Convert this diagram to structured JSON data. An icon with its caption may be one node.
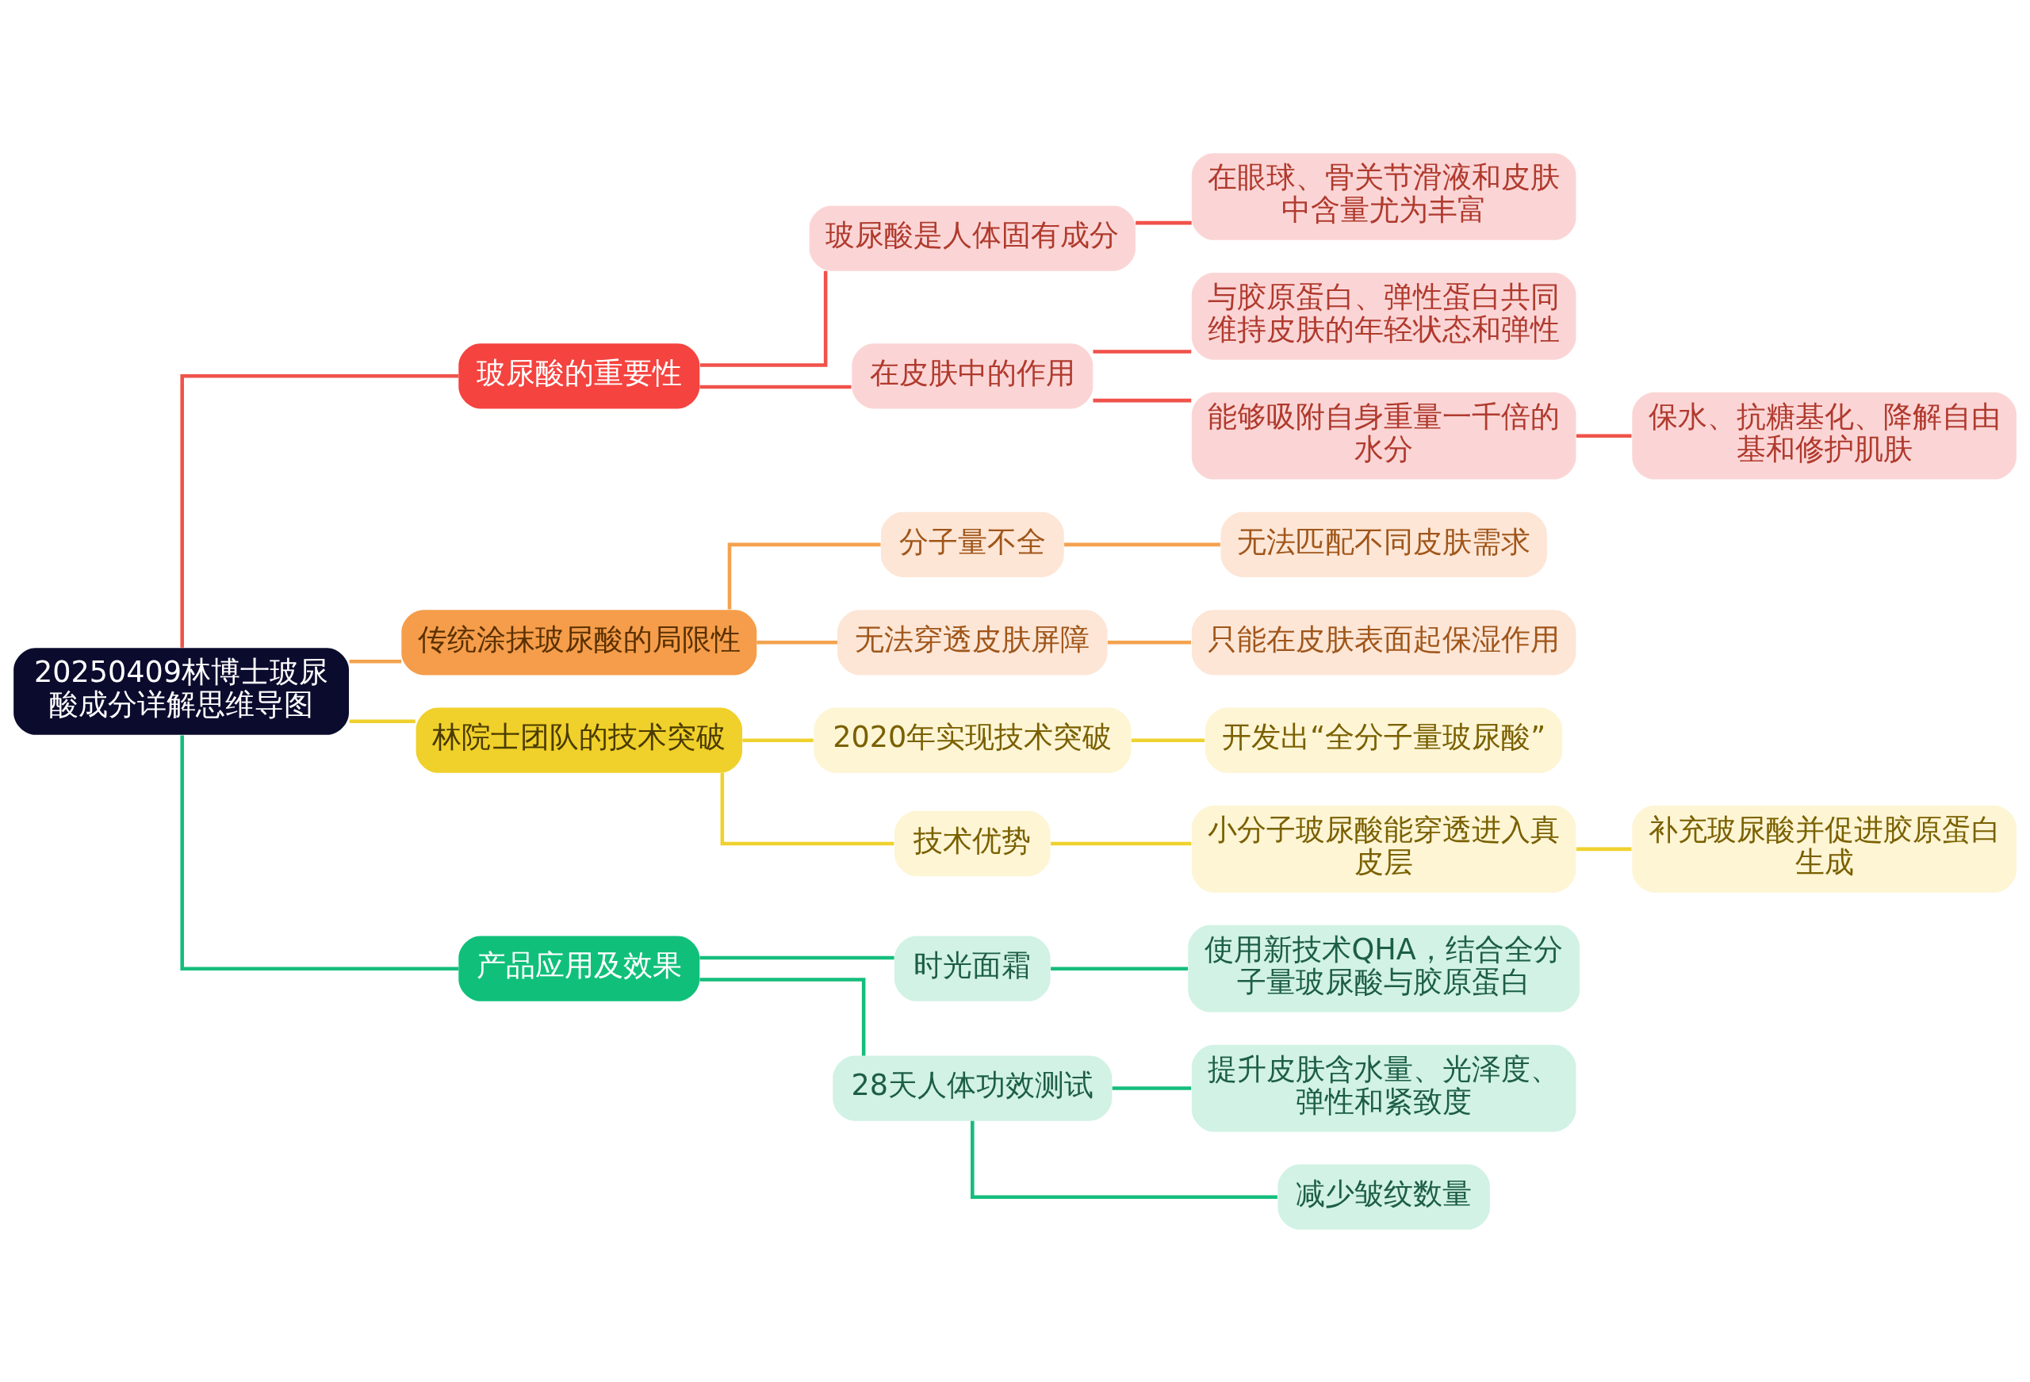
{
  "diagram": {
    "nodes": [
      {
        "text": [
          "20250409林博士玻尿酸成分详解思维导图"
        ]
      },
      {
        "text": [
          "玻尿酸的重要性"
        ]
      },
      {
        "text": [
          "玻尿酸是人体固有成分"
        ]
      },
      {
        "text": [
          "在眼球、骨关节滑液和皮肤中含量尤为丰富"
        ]
      },
      {
        "text": [
          "在皮肤中的作用"
        ]
      },
      {
        "text": [
          "与胶原蛋白、弹性蛋白共同维持皮肤的年轻状态和弹性"
        ]
      },
      {
        "text": [
          "能够吸附自身重量一千倍的水分"
        ]
      },
      {
        "text": [
          "保水、抗糖基化、降解自由基和修护肌肤"
        ]
      },
      {
        "text": [
          "传统涂抹玻尿酸的局限性"
        ]
      },
      {
        "text": [
          "分子量不全"
        ]
      },
      {
        "text": [
          "无法匹配不同皮肤需求"
        ]
      },
      {
        "text": [
          "无法穿透皮肤屏障"
        ]
      },
      {
        "text": [
          "只能在皮肤表面起保湿作用"
        ]
      },
      {
        "text": [
          "林院士团队的技术突破"
        ]
      },
      {
        "text": [
          "2020年实现技术突破"
        ]
      },
      {
        "text": [
          "开发出“全分子量玻尿酸”"
        ]
      },
      {
        "text": [
          "技术优势"
        ]
      },
      {
        "text": [
          "小分子玻尿酸能穿透进入真皮层"
        ]
      },
      {
        "text": [
          "补充玻尿酸并促进胶原蛋白生成"
        ]
      },
      {
        "text": [
          "产品应用及效果"
        ]
      },
      {
        "text": [
          "时光面霜"
        ]
      },
      {
        "text": [
          "使用新技术QHA，结合全分子量玻尿酸与胶原蛋白"
        ]
      },
      {
        "text": [
          "28天人体功效测试"
        ]
      },
      {
        "text": [
          "提升皮肤含水量、光泽度、弹性和紧致度"
        ]
      },
      {
        "text": [
          "减少皱纹数量"
        ]
      }
    ],
    "edges": [
      {
        "from": 0,
        "to": 1,
        "arrow": "none",
        "color": "#f0524a"
      },
      {
        "from": 1,
        "to": 2,
        "arrow": "none",
        "color": "#f0524a"
      },
      {
        "from": 2,
        "to": 3,
        "arrow": "none",
        "color": "#f0524a"
      },
      {
        "from": 1,
        "to": 4,
        "arrow": "none",
        "color": "#f0524a"
      },
      {
        "from": 4,
        "to": 5,
        "arrow": "none",
        "color": "#f0524a"
      },
      {
        "from": 4,
        "to": 6,
        "arrow": "none",
        "color": "#f0524a"
      },
      {
        "from": 6,
        "to": 7,
        "arrow": "none",
        "color": "#f0524a"
      },
      {
        "from": 0,
        "to": 8,
        "arrow": "none",
        "color": "#f4a24e"
      },
      {
        "from": 8,
        "to": 9,
        "arrow": "none",
        "color": "#f4a24e"
      },
      {
        "from": 9,
        "to": 10,
        "arrow": "none",
        "color": "#f4a24e"
      },
      {
        "from": 8,
        "to": 11,
        "arrow": "none",
        "color": "#f4a24e"
      },
      {
        "from": 11,
        "to": 12,
        "arrow": "none",
        "color": "#f4a24e"
      },
      {
        "from": 0,
        "to": 13,
        "arrow": "none",
        "color": "#efd12e"
      },
      {
        "from": 13,
        "to": 14,
        "arrow": "none",
        "color": "#efd12e"
      },
      {
        "from": 14,
        "to": 15,
        "arrow": "none",
        "color": "#efd12e"
      },
      {
        "from": 13,
        "to": 16,
        "arrow": "none",
        "color": "#efd12e"
      },
      {
        "from": 16,
        "to": 17,
        "arrow": "none",
        "color": "#efd12e"
      },
      {
        "from": 17,
        "to": 18,
        "arrow": "none",
        "color": "#efd12e"
      },
      {
        "from": 0,
        "to": 19,
        "arrow": "none",
        "color": "#14bd7c"
      },
      {
        "from": 19,
        "to": 20,
        "arrow": "none",
        "color": "#14bd7c"
      },
      {
        "from": 20,
        "to": 21,
        "arrow": "none",
        "color": "#14bd7c"
      },
      {
        "from": 19,
        "to": 22,
        "arrow": "none",
        "color": "#14bd7c"
      },
      {
        "from": 22,
        "to": 23,
        "arrow": "none",
        "color": "#14bd7c"
      },
      {
        "from": 22,
        "to": 24,
        "arrow": "none",
        "color": "#14bd7c"
      }
    ]
  }
}
